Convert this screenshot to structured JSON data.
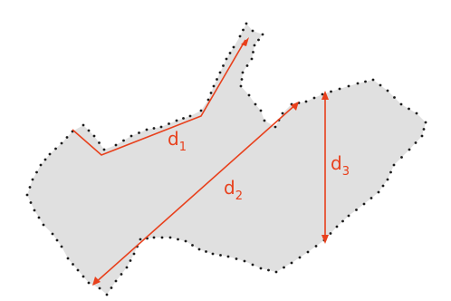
{
  "diagram": {
    "colors": {
      "shape_fill": "#e0e0e0",
      "boundary_dots": "#1a1a1a",
      "measure": "#e8401c"
    },
    "labels": {
      "d1": {
        "main": "d",
        "sub": "1"
      },
      "d2": {
        "main": "d",
        "sub": "2"
      },
      "d3": {
        "main": "d",
        "sub": "3"
      }
    }
  }
}
